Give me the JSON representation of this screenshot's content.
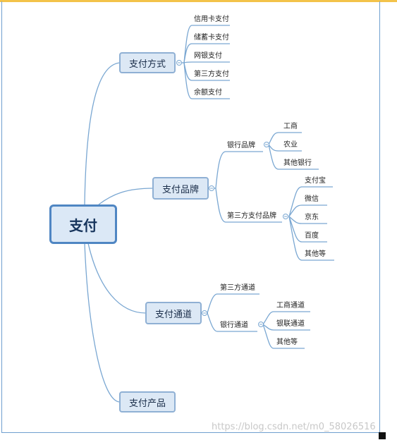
{
  "root": "支付",
  "branches": {
    "methods": {
      "label": "支付方式",
      "items": [
        "信用卡支付",
        "储蓄卡支付",
        "网银支付",
        "第三方支付",
        "余额支付"
      ]
    },
    "brands": {
      "label": "支付品牌",
      "bank": {
        "label": "银行品牌",
        "items": [
          "工商",
          "农业",
          "其他银行"
        ]
      },
      "third": {
        "label": "第三方支付品牌",
        "items": [
          "支付宝",
          "微信",
          "京东",
          "百度",
          "其他等"
        ]
      }
    },
    "channels": {
      "label": "支付通道",
      "third": "第三方通道",
      "bank": {
        "label": "银行通道",
        "items": [
          "工商通道",
          "银联通道",
          "其他等"
        ]
      }
    },
    "products": {
      "label": "支付产品"
    }
  },
  "watermark": "https://blog.csdn.net/m0_58026516",
  "colors": {
    "line": "#7aa7d2",
    "node_fill": "#dce8f5",
    "node_border": "#8fb0d4",
    "root_border": "#4f86c3"
  }
}
